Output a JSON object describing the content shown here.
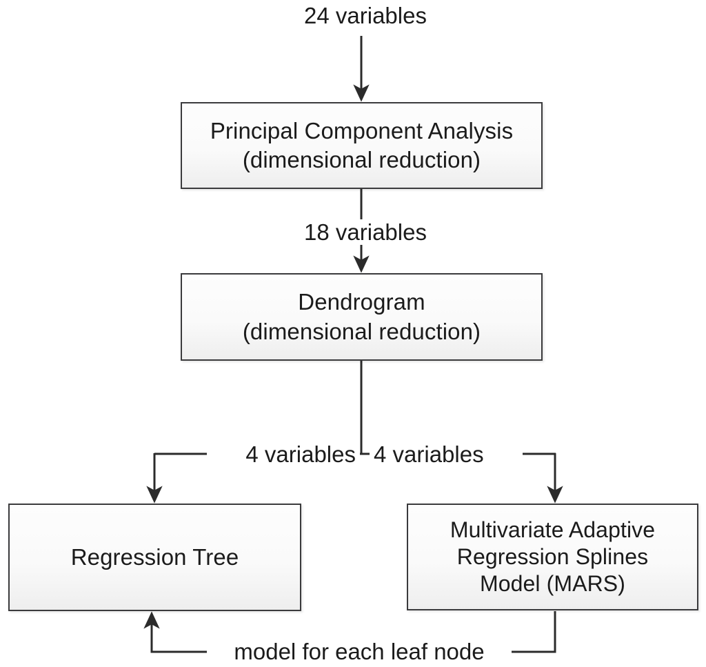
{
  "diagram": {
    "title": "Analysis pipeline flowchart",
    "colors": {
      "box_border": "#3a3a3c",
      "box_fill_top": "#fdfdfd",
      "box_fill_bottom": "#eeeeee",
      "connector": "#2b2b2b",
      "text": "#1b1b1b",
      "background": "#ffffff"
    },
    "nodes": [
      {
        "id": "pca",
        "text": "Principal Component Analysis\n(dimensional reduction)"
      },
      {
        "id": "dend",
        "text": "Dendrogram\n(dimensional reduction)"
      },
      {
        "id": "tree",
        "text": "Regression Tree"
      },
      {
        "id": "mars",
        "text": "Multivariate Adaptive\nRegression Splines\nModel (MARS)"
      }
    ],
    "edge_labels": {
      "input_variables": "24 variables",
      "after_pca": "18 variables",
      "branch_left": "4 variables",
      "branch_right": "4 variables",
      "feedback": "model for each leaf node"
    }
  }
}
